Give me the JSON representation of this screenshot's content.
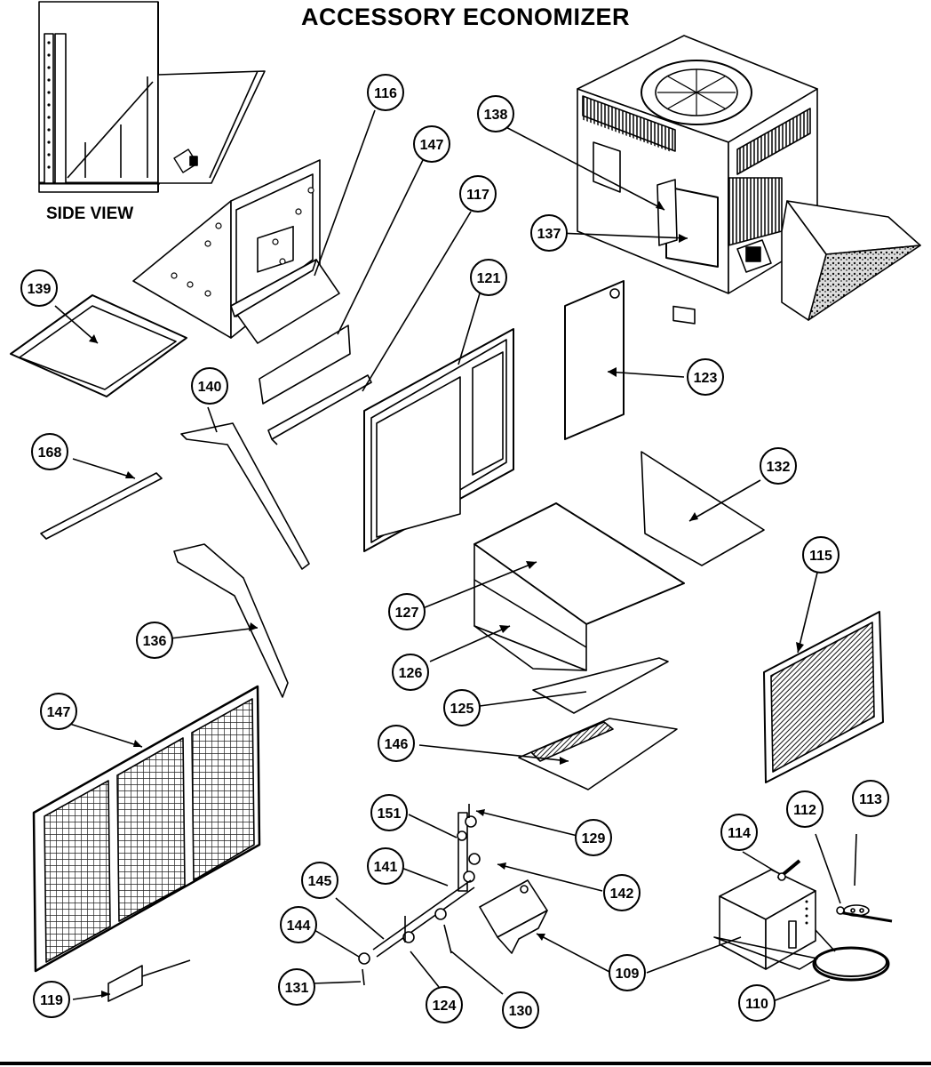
{
  "title": "ACCESSORY ECONOMIZER",
  "side_view_label": "SIDE VIEW",
  "callouts": [
    "116",
    "147",
    "117",
    "121",
    "123",
    "138",
    "137",
    "139",
    "140",
    "168",
    "132",
    "136",
    "127",
    "126",
    "125",
    "146",
    "147",
    "115",
    "151",
    "129",
    "113",
    "112",
    "114",
    "141",
    "142",
    "145",
    "144",
    "109",
    "131",
    "124",
    "130",
    "110",
    "119"
  ]
}
